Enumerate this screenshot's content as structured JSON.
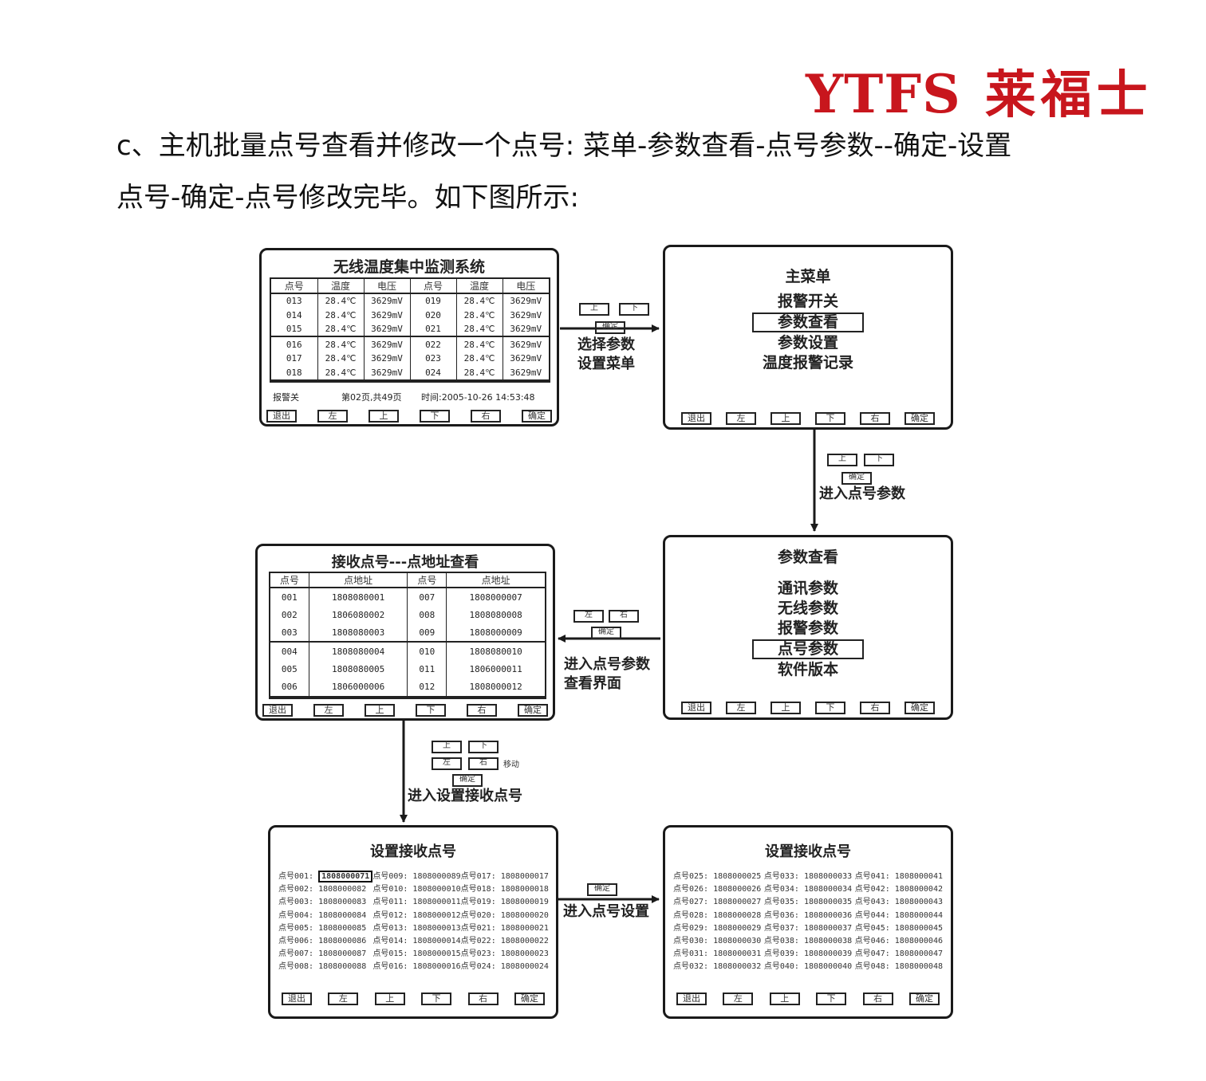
{
  "logo": {
    "latin": "YTFS",
    "chinese": "莱福士"
  },
  "intro": {
    "line1": "c、主机批量点号查看并修改一个点号: 菜单-参数查看-点号参数--确定-设置",
    "line2": "点号-确定-点号修改完毕。如下图所示:"
  },
  "screen1": {
    "title": "无线温度集中监测系统",
    "headers": [
      "点号",
      "温度",
      "电压",
      "点号",
      "温度",
      "电压"
    ],
    "groups": [
      [
        [
          "013",
          "28.4℃",
          "3629mV",
          "019",
          "28.4℃",
          "3629mV"
        ],
        [
          "014",
          "28.4℃",
          "3629mV",
          "020",
          "28.4℃",
          "3629mV"
        ],
        [
          "015",
          "28.4℃",
          "3629mV",
          "021",
          "28.4℃",
          "3629mV"
        ]
      ],
      [
        [
          "016",
          "28.4℃",
          "3629mV",
          "022",
          "28.4℃",
          "3629mV"
        ],
        [
          "017",
          "28.4℃",
          "3629mV",
          "023",
          "28.4℃",
          "3629mV"
        ],
        [
          "018",
          "28.4℃",
          "3629mV",
          "024",
          "28.4℃",
          "3629mV"
        ]
      ]
    ],
    "status": {
      "alarm": "报警关",
      "page": "第02页,共49页",
      "time": "时间:2005-10-26 14:53:48"
    },
    "buttons": [
      "退出",
      "左",
      "上",
      "下",
      "右",
      "确定"
    ]
  },
  "screen2": {
    "title": "主菜单",
    "items": [
      "报警开关",
      "参数查看",
      "参数设置",
      "温度报警记录"
    ],
    "selected": 1,
    "buttons": [
      "退出",
      "左",
      "上",
      "下",
      "右",
      "确定"
    ]
  },
  "screen3": {
    "title": "参数查看",
    "items": [
      "通讯参数",
      "无线参数",
      "报警参数",
      "点号参数",
      "软件版本"
    ],
    "selected": 3,
    "buttons": [
      "退出",
      "左",
      "上",
      "下",
      "右",
      "确定"
    ]
  },
  "screen4": {
    "title": "接收点号---点地址查看",
    "headers": [
      "点号",
      "点地址",
      "点号",
      "点地址"
    ],
    "groups": [
      [
        [
          "001",
          "1808080001",
          "007",
          "1808000007"
        ],
        [
          "002",
          "1806080002",
          "008",
          "1808080008"
        ],
        [
          "003",
          "1808080003",
          "009",
          "1808000009"
        ]
      ],
      [
        [
          "004",
          "1808080004",
          "010",
          "1808080010"
        ],
        [
          "005",
          "1808080005",
          "011",
          "1806000011"
        ],
        [
          "006",
          "1806000006",
          "012",
          "1808000012"
        ]
      ]
    ],
    "buttons": [
      "退出",
      "左",
      "上",
      "下",
      "右",
      "确定"
    ]
  },
  "screen5": {
    "title": "设置接收点号",
    "columns": [
      [
        "点号001: 1808000071",
        "点号002: 1808000082",
        "点号003: 1808000083",
        "点号004: 1808000084",
        "点号005: 1808000085",
        "点号006: 1808000086",
        "点号007: 1808000087",
        "点号008: 1808000088"
      ],
      [
        "点号009: 1808000089",
        "点号010: 1808000010",
        "点号011: 1808000011",
        "点号012: 1808000012",
        "点号013: 1808000013",
        "点号014: 1808000014",
        "点号015: 1808000015",
        "点号016: 1808000016"
      ],
      [
        "点号017: 1808000017",
        "点号018: 1808000018",
        "点号019: 1808000019",
        "点号020: 1808000020",
        "点号021: 1808000021",
        "点号022: 1808000022",
        "点号023: 1808000023",
        "点号024: 1808000024"
      ]
    ],
    "highlight": "1808000071",
    "buttons": [
      "退出",
      "左",
      "上",
      "下",
      "右",
      "确定"
    ]
  },
  "screen6": {
    "title": "设置接收点号",
    "columns": [
      [
        "点号025: 1808000025",
        "点号026: 1808000026",
        "点号027: 1808000027",
        "点号028: 1808000028",
        "点号029: 1808000029",
        "点号030: 1808000030",
        "点号031: 1808000031",
        "点号032: 1808000032"
      ],
      [
        "点号033: 1808000033",
        "点号034: 1808000034",
        "点号035: 1808000035",
        "点号036: 1808000036",
        "点号037: 1808000037",
        "点号038: 1808000038",
        "点号039: 1808000039",
        "点号040: 1808000040"
      ],
      [
        "点号041: 1808000041",
        "点号042: 1808000042",
        "点号043: 1808000043",
        "点号044: 1808000044",
        "点号045: 1808000045",
        "点号046: 1808000046",
        "点号047: 1808000047",
        "点号048: 1808000048"
      ]
    ],
    "buttons": [
      "退出",
      "左",
      "上",
      "下",
      "右",
      "确定"
    ]
  },
  "arrows": {
    "a1": {
      "keys": [
        "上",
        "下"
      ],
      "confirm": "确定",
      "text": [
        "选择参数",
        "设置菜单"
      ]
    },
    "a2": {
      "keys": [
        "上",
        "下"
      ],
      "confirm": "确定",
      "text": [
        "进入点号参数"
      ]
    },
    "a3": {
      "keys": [
        "左",
        "右"
      ],
      "confirm": "确定",
      "text": [
        "进入点号参数",
        "查看界面"
      ]
    },
    "a4": {
      "keys": [
        "上",
        "下",
        "左",
        "右"
      ],
      "move": "移动",
      "confirm": "确定",
      "text": [
        "进入设置接收点号"
      ]
    },
    "a5": {
      "confirm": "确定",
      "text": [
        "进入点号设置"
      ]
    }
  }
}
